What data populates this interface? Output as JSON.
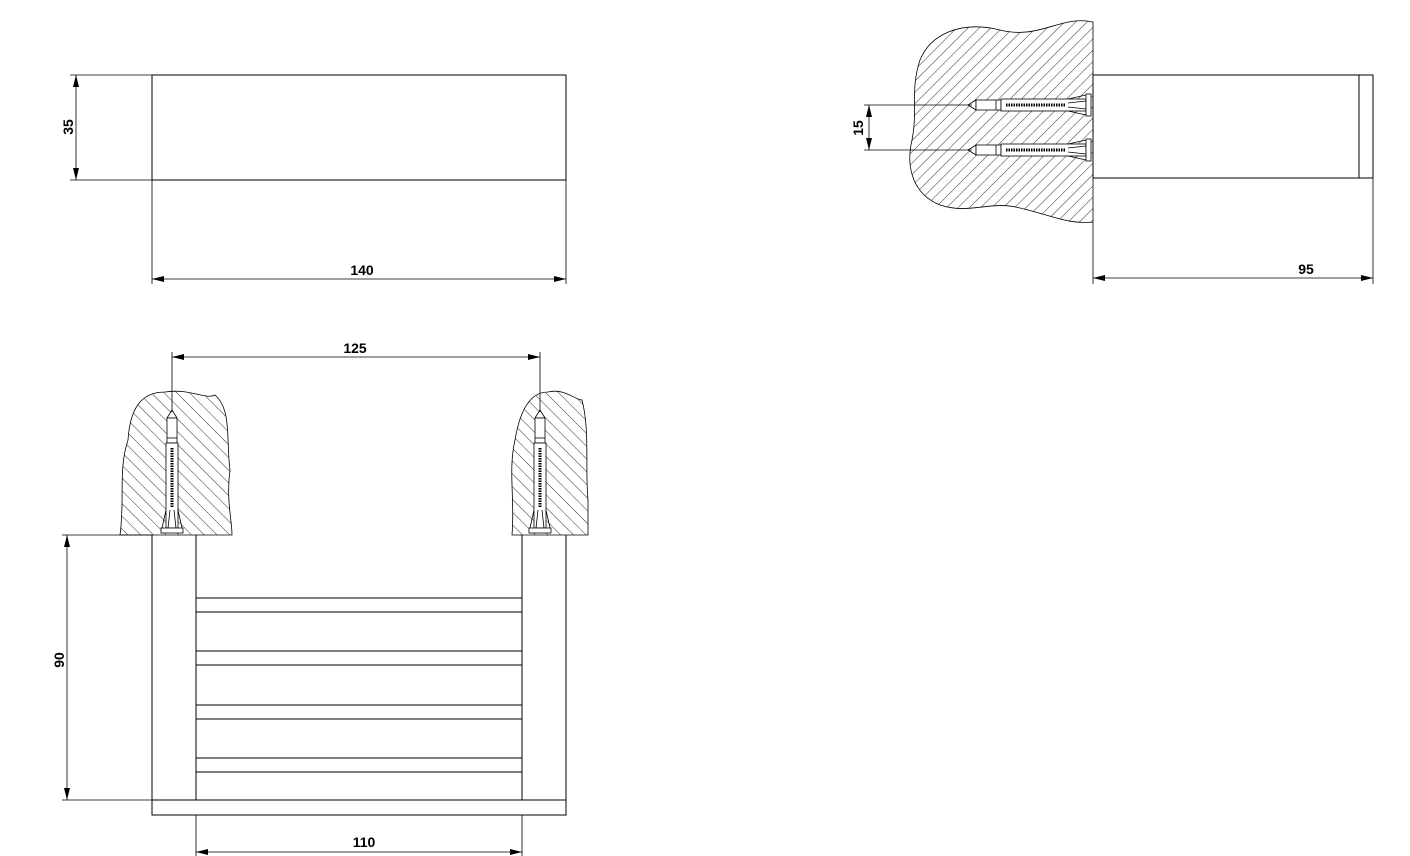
{
  "drawing": {
    "title": "Wall-mounted bracket technical drawing",
    "dimensions": {
      "front_height": "35",
      "front_width": "140",
      "side_anchor_spacing": "15",
      "side_depth": "95",
      "top_anchor_spacing": "125",
      "top_depth": "90",
      "top_inner_width": "110"
    },
    "colors": {
      "line": "#000000",
      "background": "#ffffff"
    }
  }
}
